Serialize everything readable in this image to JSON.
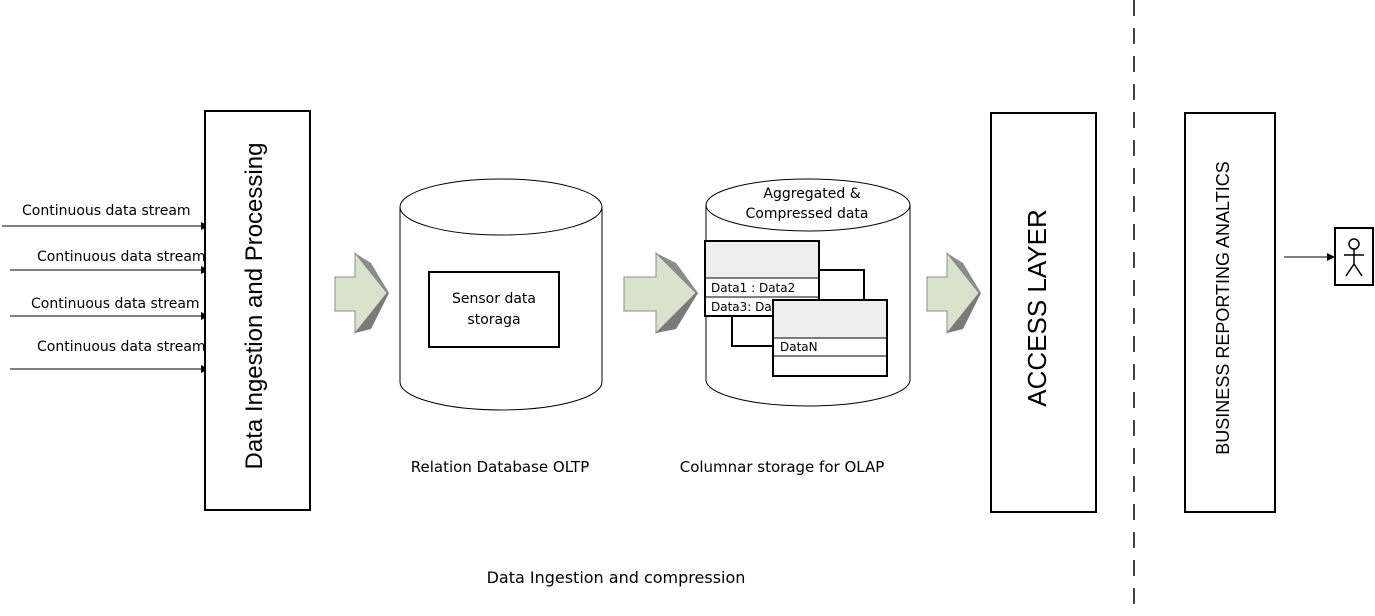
{
  "streams": {
    "label_1": "Continuous data stream",
    "label_2": "Continuous data stream",
    "label_3": "Continuous data stream",
    "label_4": "Continuous data stream"
  },
  "ingestion": {
    "label": "Data Ingestion and Processing"
  },
  "oltp": {
    "box_line1": "Sensor data",
    "box_line2": "storaga",
    "caption": "Relation Database OLTP"
  },
  "olap": {
    "header_line1": "Aggregated &",
    "header_line2": "Compressed data",
    "row_1": "Data1 : Data2",
    "row_2": "Data3: Da",
    "row_n": "DataN",
    "caption": "Columnar storage for OLAP"
  },
  "access_layer": {
    "label": "ACCESS LAYER"
  },
  "reporting": {
    "label": "BUSINESS REPORTING ANALTICS"
  },
  "footer": {
    "caption": "Data Ingestion and compression"
  },
  "colors": {
    "arrow_face": "#d9e3cc",
    "arrow_side": "#8c8c8c",
    "table_header": "#eeeeee",
    "stroke": "#000000"
  },
  "icons": [
    "stream-arrow-icon",
    "chevron-arrow-icon",
    "actor-icon"
  ]
}
